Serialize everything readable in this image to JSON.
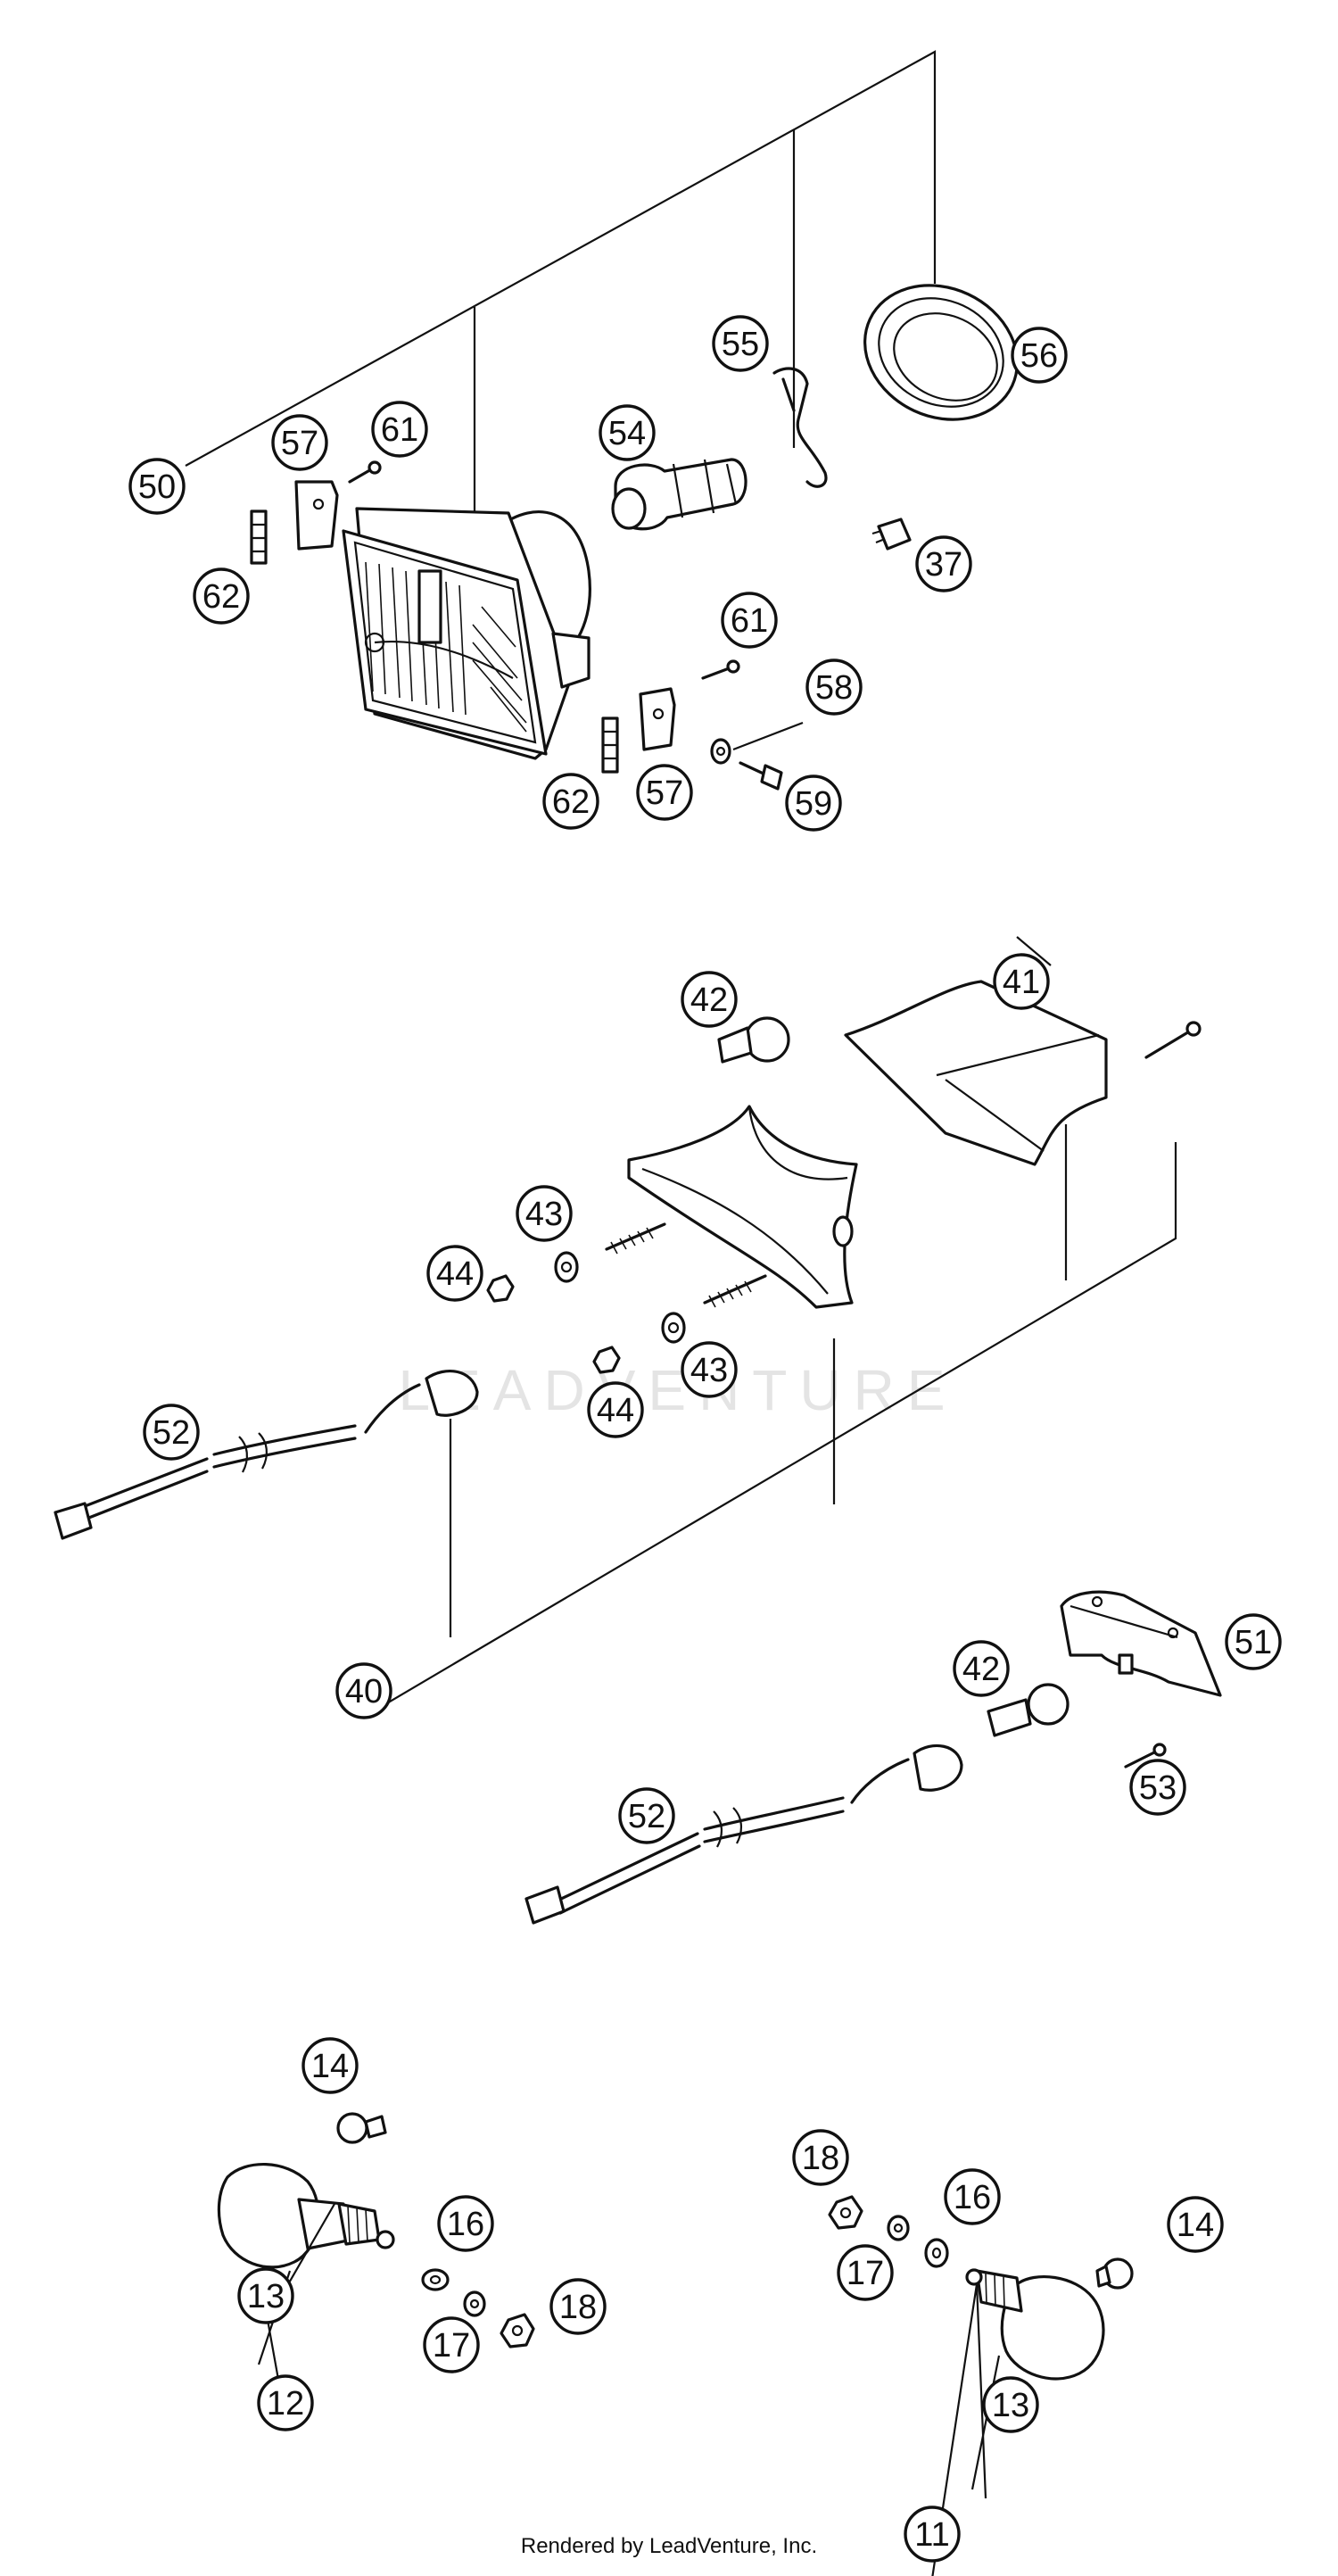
{
  "watermark": "LEADVENTURE",
  "footer": {
    "credit": "Rendered by LeadVenture, Inc."
  },
  "callouts": [
    {
      "id": "50",
      "label": "50"
    },
    {
      "id": "57a",
      "label": "57"
    },
    {
      "id": "61a",
      "label": "61"
    },
    {
      "id": "62a",
      "label": "62"
    },
    {
      "id": "54",
      "label": "54"
    },
    {
      "id": "55",
      "label": "55"
    },
    {
      "id": "56",
      "label": "56"
    },
    {
      "id": "37",
      "label": "37"
    },
    {
      "id": "61b",
      "label": "61"
    },
    {
      "id": "58",
      "label": "58"
    },
    {
      "id": "59",
      "label": "59"
    },
    {
      "id": "57b",
      "label": "57"
    },
    {
      "id": "62b",
      "label": "62"
    },
    {
      "id": "42a",
      "label": "42"
    },
    {
      "id": "41",
      "label": "41"
    },
    {
      "id": "43a",
      "label": "43"
    },
    {
      "id": "44a",
      "label": "44"
    },
    {
      "id": "43b",
      "label": "43"
    },
    {
      "id": "44b",
      "label": "44"
    },
    {
      "id": "52a",
      "label": "52"
    },
    {
      "id": "40",
      "label": "40"
    },
    {
      "id": "51",
      "label": "51"
    },
    {
      "id": "42b",
      "label": "42"
    },
    {
      "id": "53",
      "label": "53"
    },
    {
      "id": "52b",
      "label": "52"
    },
    {
      "id": "14a",
      "label": "14"
    },
    {
      "id": "13a",
      "label": "13"
    },
    {
      "id": "12",
      "label": "12"
    },
    {
      "id": "16a",
      "label": "16"
    },
    {
      "id": "17a",
      "label": "17"
    },
    {
      "id": "18a",
      "label": "18"
    },
    {
      "id": "18b",
      "label": "18"
    },
    {
      "id": "16b",
      "label": "16"
    },
    {
      "id": "17b",
      "label": "17"
    },
    {
      "id": "14b",
      "label": "14"
    },
    {
      "id": "13b",
      "label": "13"
    },
    {
      "id": "11",
      "label": "11"
    }
  ]
}
